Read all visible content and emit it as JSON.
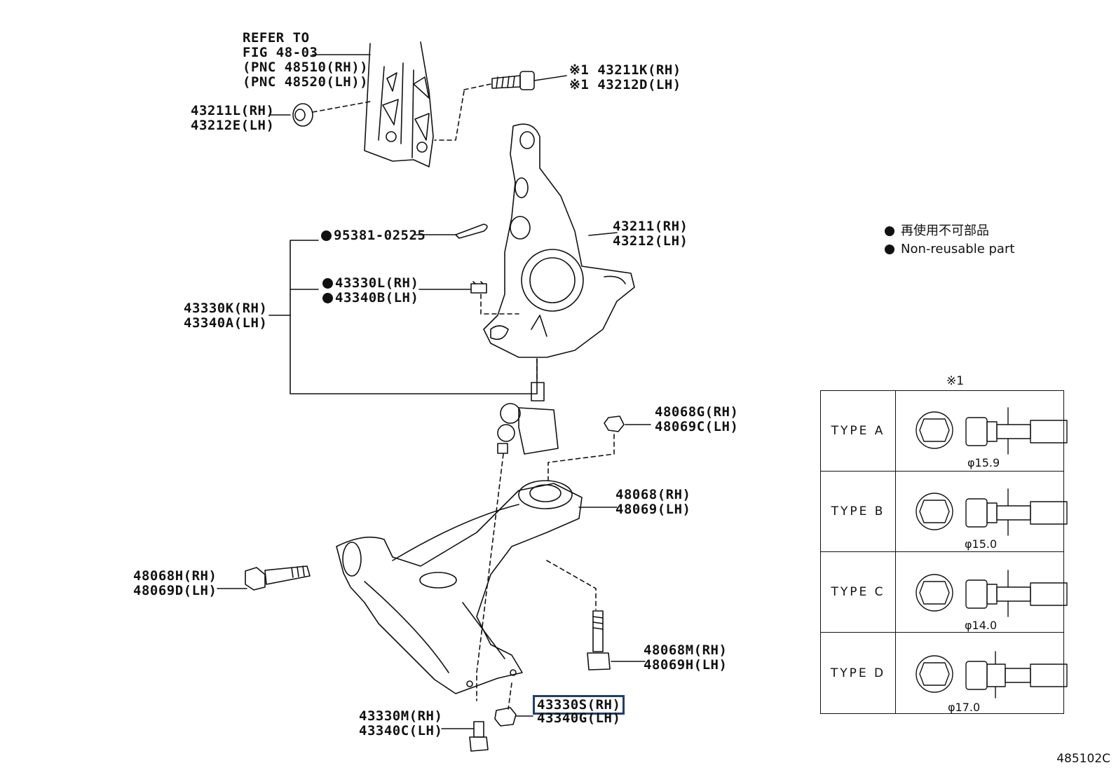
{
  "refer": {
    "line1": "REFER TO",
    "line2": "FIG 48-03",
    "line3": "(PNC 48510(RH))",
    "line4": "(PNC 48520(LH))"
  },
  "parts": {
    "bolt_top": {
      "mark": "※1",
      "rh": "43211K(RH)",
      "lh": "43212D(LH)"
    },
    "nut_top": {
      "rh": "43211L(RH)",
      "lh": "43212E(LH)"
    },
    "cotter_pin": "95381-02525",
    "nut_castle": {
      "rh": "43330L(RH)",
      "lh": "43340B(LH)"
    },
    "knuckle": {
      "rh": "43211(RH)",
      "lh": "43212(LH)"
    },
    "ball_joint": {
      "rh": "43330K(RH)",
      "lh": "43340A(LH)"
    },
    "nut_arm": {
      "rh": "48068G(RH)",
      "lh": "48069C(LH)"
    },
    "lower_arm": {
      "rh": "48068(RH)",
      "lh": "48069(LH)"
    },
    "bolt_front": {
      "rh": "48068H(RH)",
      "lh": "48069D(LH)"
    },
    "bolt_rear": {
      "rh": "48068M(RH)",
      "lh": "48069H(LH)"
    },
    "bolt_joint": {
      "rh": "43330M(RH)",
      "lh": "43340C(LH)"
    },
    "nut_joint": {
      "rh": "43330S(RH)",
      "lh": "43340G(LH)"
    }
  },
  "legend": {
    "jp": "再使用不可部品",
    "en": "Non-reusable part"
  },
  "table": {
    "mark": "※1",
    "rows": [
      {
        "type": "TYPE  A",
        "dia": "φ15.9"
      },
      {
        "type": "TYPE  B",
        "dia": "φ15.0"
      },
      {
        "type": "TYPE  C",
        "dia": "φ14.0"
      },
      {
        "type": "TYPE  D",
        "dia": "φ17.0"
      }
    ]
  },
  "figure_number": "485102C"
}
